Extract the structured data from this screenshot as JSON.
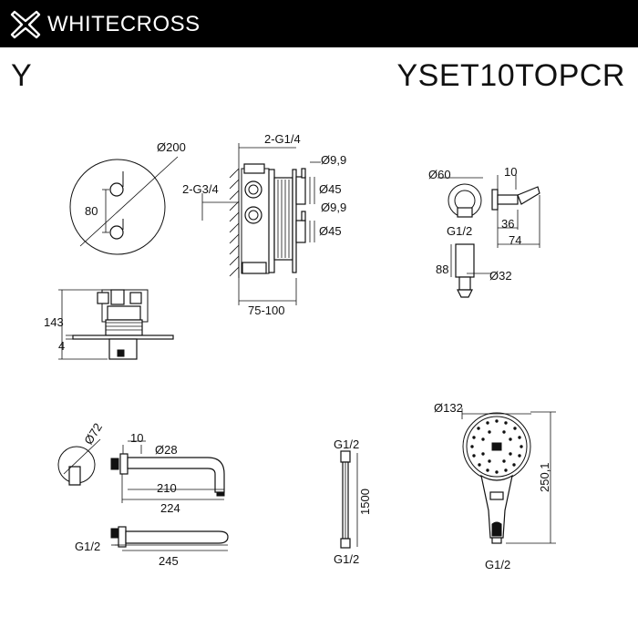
{
  "header": {
    "brand": "WHITECROSS",
    "series": "Y",
    "product_code": "YSET10TOPCR"
  },
  "logo_icon": "crossed-x-logo-icon",
  "dims": {
    "d200": "Ø200",
    "d80": "80",
    "g2_34": "2-G3/4",
    "g2_14": "2-G1/4",
    "d9_9a": "Ø9,9",
    "d45a": "Ø45",
    "d9_9b": "Ø9,9",
    "d45b": "Ø45",
    "d75_100": "75-100",
    "d143": "143",
    "d4": "4",
    "d60": "Ø60",
    "g12_holder": "G1/2",
    "d88": "88",
    "d32": "Ø32",
    "d10_holder": "10",
    "d36": "36",
    "d74": "74",
    "d72": "Ø72",
    "d10_spout": "10",
    "d28": "Ø28",
    "d210": "210",
    "d224": "224",
    "g12_spout": "G1/2",
    "d245": "245",
    "g12_hose_top": "G1/2",
    "d1500": "1500",
    "g12_hose_bottom": "G1/2",
    "d132": "Ø132",
    "d250_1": "250,1",
    "g12_shower": "G1/2"
  }
}
